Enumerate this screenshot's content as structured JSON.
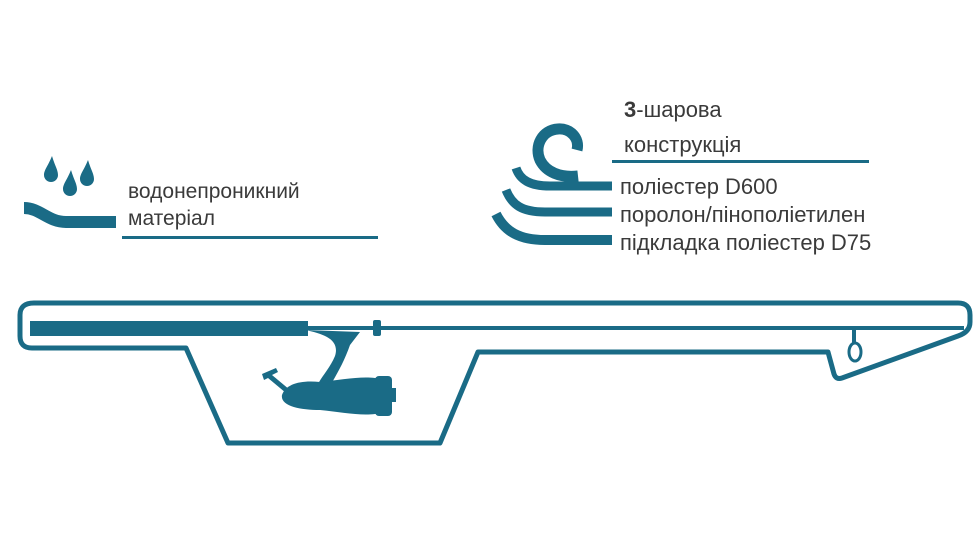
{
  "colors": {
    "accent": "#1a6b86",
    "text": "#3a3a3a"
  },
  "waterproof": {
    "icon": "water-drops-icon",
    "line1": "водонепроникний",
    "line2": "матеріал"
  },
  "construction": {
    "icon": "layers-icon",
    "title_bold": "3",
    "title_rest": "-шарова",
    "title_line2": "конструкція",
    "layers": [
      {
        "label": "поліестер D600"
      },
      {
        "label": "поролон/пінополіетилен"
      },
      {
        "label": "підкладка поліестер D75"
      }
    ]
  }
}
